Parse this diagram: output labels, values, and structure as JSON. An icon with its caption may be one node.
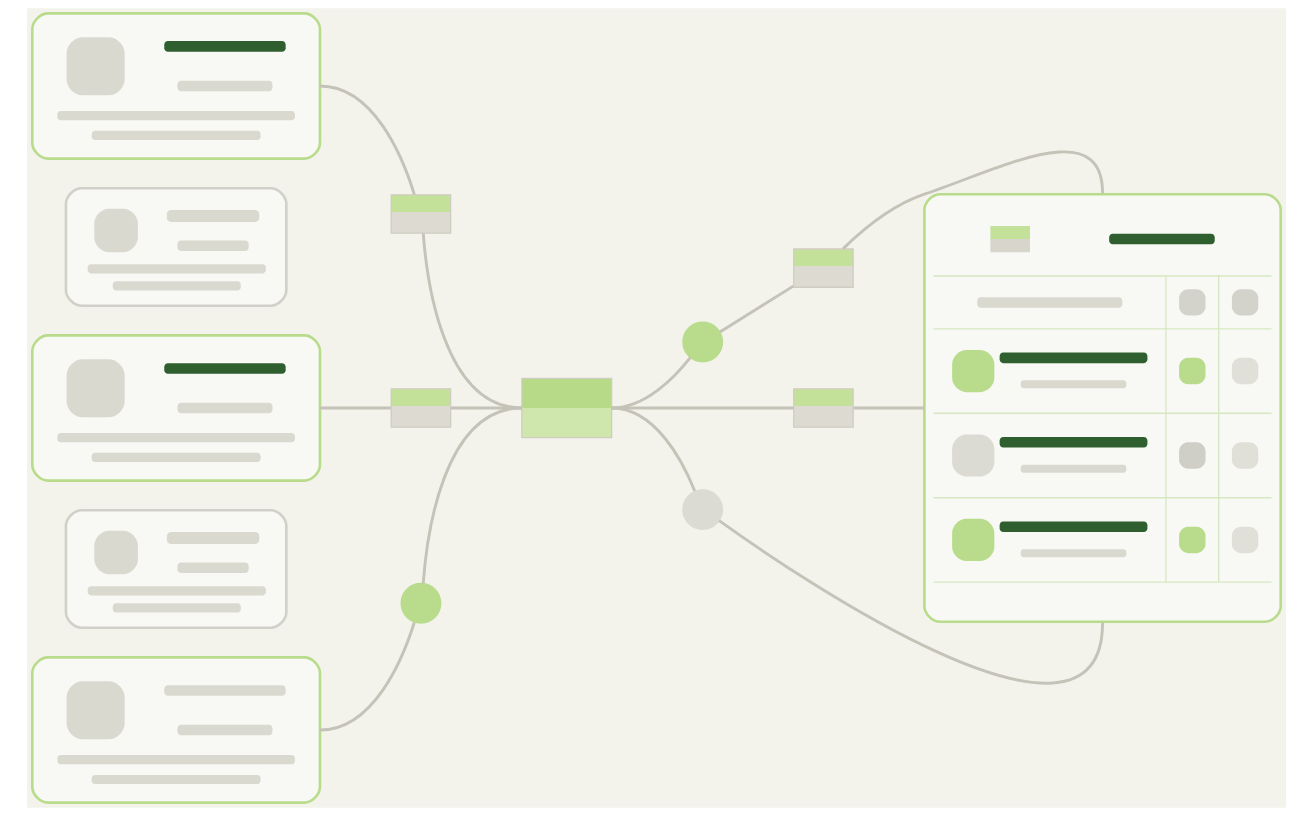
{
  "diagram": {
    "nodes": [
      {
        "text": [],
        "shape": "box"
      },
      {
        "text": [],
        "shape": "box"
      },
      {
        "text": [],
        "shape": "box"
      },
      {
        "text": [],
        "shape": "box"
      },
      {
        "text": [],
        "shape": "box"
      },
      {
        "text": [],
        "shape": "envelope"
      },
      {
        "text": [],
        "shape": "envelope"
      },
      {
        "text": [],
        "shape": "circle"
      },
      {
        "text": [],
        "shape": "envelope"
      },
      {
        "text": [],
        "shape": "circle"
      },
      {
        "text": [],
        "shape": "envelope"
      },
      {
        "text": [],
        "shape": "envelope"
      },
      {
        "text": [],
        "shape": "circle"
      },
      {
        "text": [],
        "shape": "box"
      }
    ],
    "edges": [
      {
        "from": 0,
        "to": 5,
        "arrow": "none"
      },
      {
        "from": 5,
        "to": 8,
        "arrow": "none"
      },
      {
        "from": 2,
        "to": 6,
        "arrow": "none"
      },
      {
        "from": 6,
        "to": 8,
        "arrow": "none"
      },
      {
        "from": 4,
        "to": 7,
        "arrow": "none"
      },
      {
        "from": 7,
        "to": 8,
        "arrow": "none"
      },
      {
        "from": 8,
        "to": 9,
        "arrow": "none"
      },
      {
        "from": 9,
        "to": 10,
        "arrow": "none"
      },
      {
        "from": 10,
        "to": 13,
        "arrow": "none"
      },
      {
        "from": 8,
        "to": 11,
        "arrow": "none"
      },
      {
        "from": 11,
        "to": 13,
        "arrow": "none"
      },
      {
        "from": 8,
        "to": 12,
        "arrow": "none"
      },
      {
        "from": 12,
        "to": 13,
        "arrow": "none"
      }
    ]
  }
}
